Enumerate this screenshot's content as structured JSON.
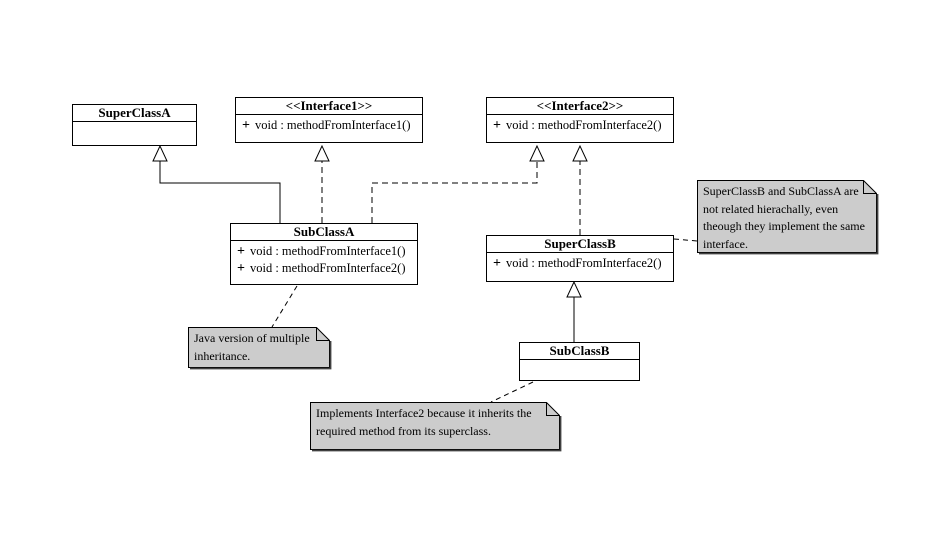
{
  "diagram": {
    "type": "uml-class-diagram",
    "colors": {
      "background": "#ffffff",
      "line": "#000000",
      "note_fill": "#cccccc",
      "class_fill": "#ffffff"
    },
    "classes": [
      {
        "id": "superclass-a",
        "name": "SuperClassA",
        "methods": []
      },
      {
        "id": "interface-1",
        "name": "<<Interface1>>",
        "methods": [
          {
            "vis": "+",
            "sig": "void : methodFromInterface1()"
          }
        ]
      },
      {
        "id": "interface-2",
        "name": "<<Interface2>>",
        "methods": [
          {
            "vis": "+",
            "sig": "void : methodFromInterface2()"
          }
        ]
      },
      {
        "id": "subclass-a",
        "name": "SubClassA",
        "methods": [
          {
            "vis": "+",
            "sig": "void : methodFromInterface1()"
          },
          {
            "vis": "+",
            "sig": "void : methodFromInterface2()"
          }
        ]
      },
      {
        "id": "superclass-b",
        "name": "SuperClassB",
        "methods": [
          {
            "vis": "+",
            "sig": "void : methodFromInterface2()"
          }
        ]
      },
      {
        "id": "subclass-b",
        "name": "SubClassB",
        "methods": []
      }
    ],
    "notes": [
      {
        "id": "note-multiple-inheritance",
        "text": "Java version of multiple\ninheritance."
      },
      {
        "id": "note-implements-interface2",
        "text": "Implements Interface2 because it inherits the\nrequired method from its superclass."
      },
      {
        "id": "note-not-related",
        "text": "SuperClassB and SubClassA are\nnot related hierachally, even\ntheough they implement the same\ninterface."
      }
    ],
    "relationships": [
      {
        "type": "generalization",
        "from": "SubClassA",
        "to": "SuperClassA",
        "line": "solid"
      },
      {
        "type": "realization",
        "from": "SubClassA",
        "to": "Interface1",
        "line": "dashed"
      },
      {
        "type": "realization",
        "from": "SubClassA",
        "to": "Interface2",
        "line": "dashed"
      },
      {
        "type": "realization",
        "from": "SuperClassB",
        "to": "Interface2",
        "line": "dashed"
      },
      {
        "type": "generalization",
        "from": "SubClassB",
        "to": "SuperClassB",
        "line": "solid"
      },
      {
        "type": "note-anchor",
        "from": "note-multiple-inheritance",
        "to": "SubClassA",
        "line": "dashed"
      },
      {
        "type": "note-anchor",
        "from": "note-implements-interface2",
        "to": "SubClassB",
        "line": "dashed"
      },
      {
        "type": "note-anchor",
        "from": "note-not-related",
        "to": "SuperClassB",
        "line": "dashed"
      }
    ]
  }
}
